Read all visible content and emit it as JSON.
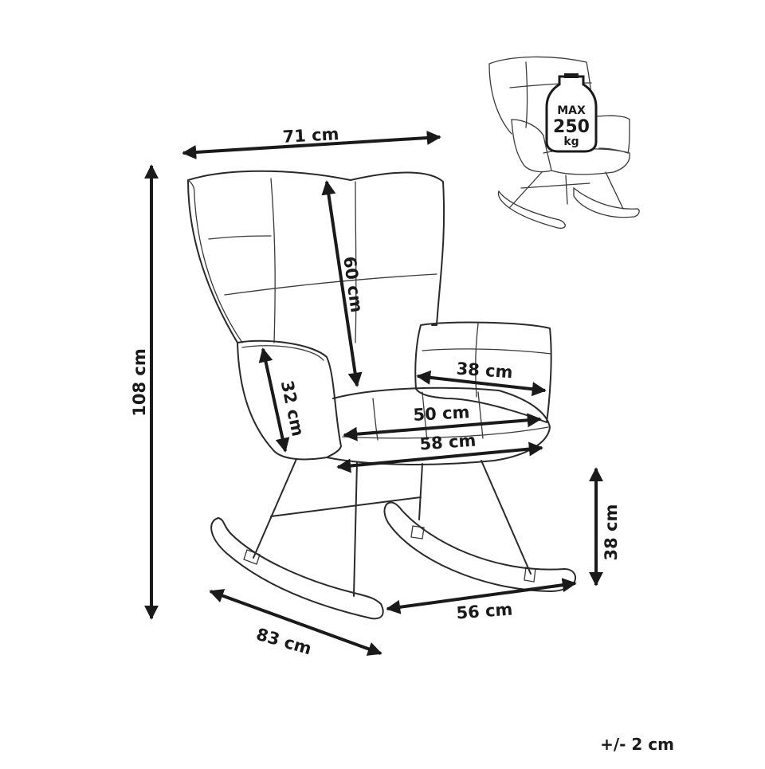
{
  "dimensions": {
    "width_top": "71 cm",
    "total_height": "108 cm",
    "backrest_height": "60 cm",
    "armrest_height": "32 cm",
    "armrest_depth": "38 cm",
    "seat_width": "50 cm",
    "seat_depth": "58 cm",
    "seat_height": "38 cm",
    "base_width": "56 cm",
    "total_depth": "83 cm"
  },
  "load_badge": {
    "line1": "MAX",
    "line2": "250",
    "line3": "kg"
  },
  "tolerance": "+/- 2 cm",
  "colors": {
    "line": "#2a2a2a",
    "text": "#1a1a1a",
    "background": "#ffffff"
  }
}
